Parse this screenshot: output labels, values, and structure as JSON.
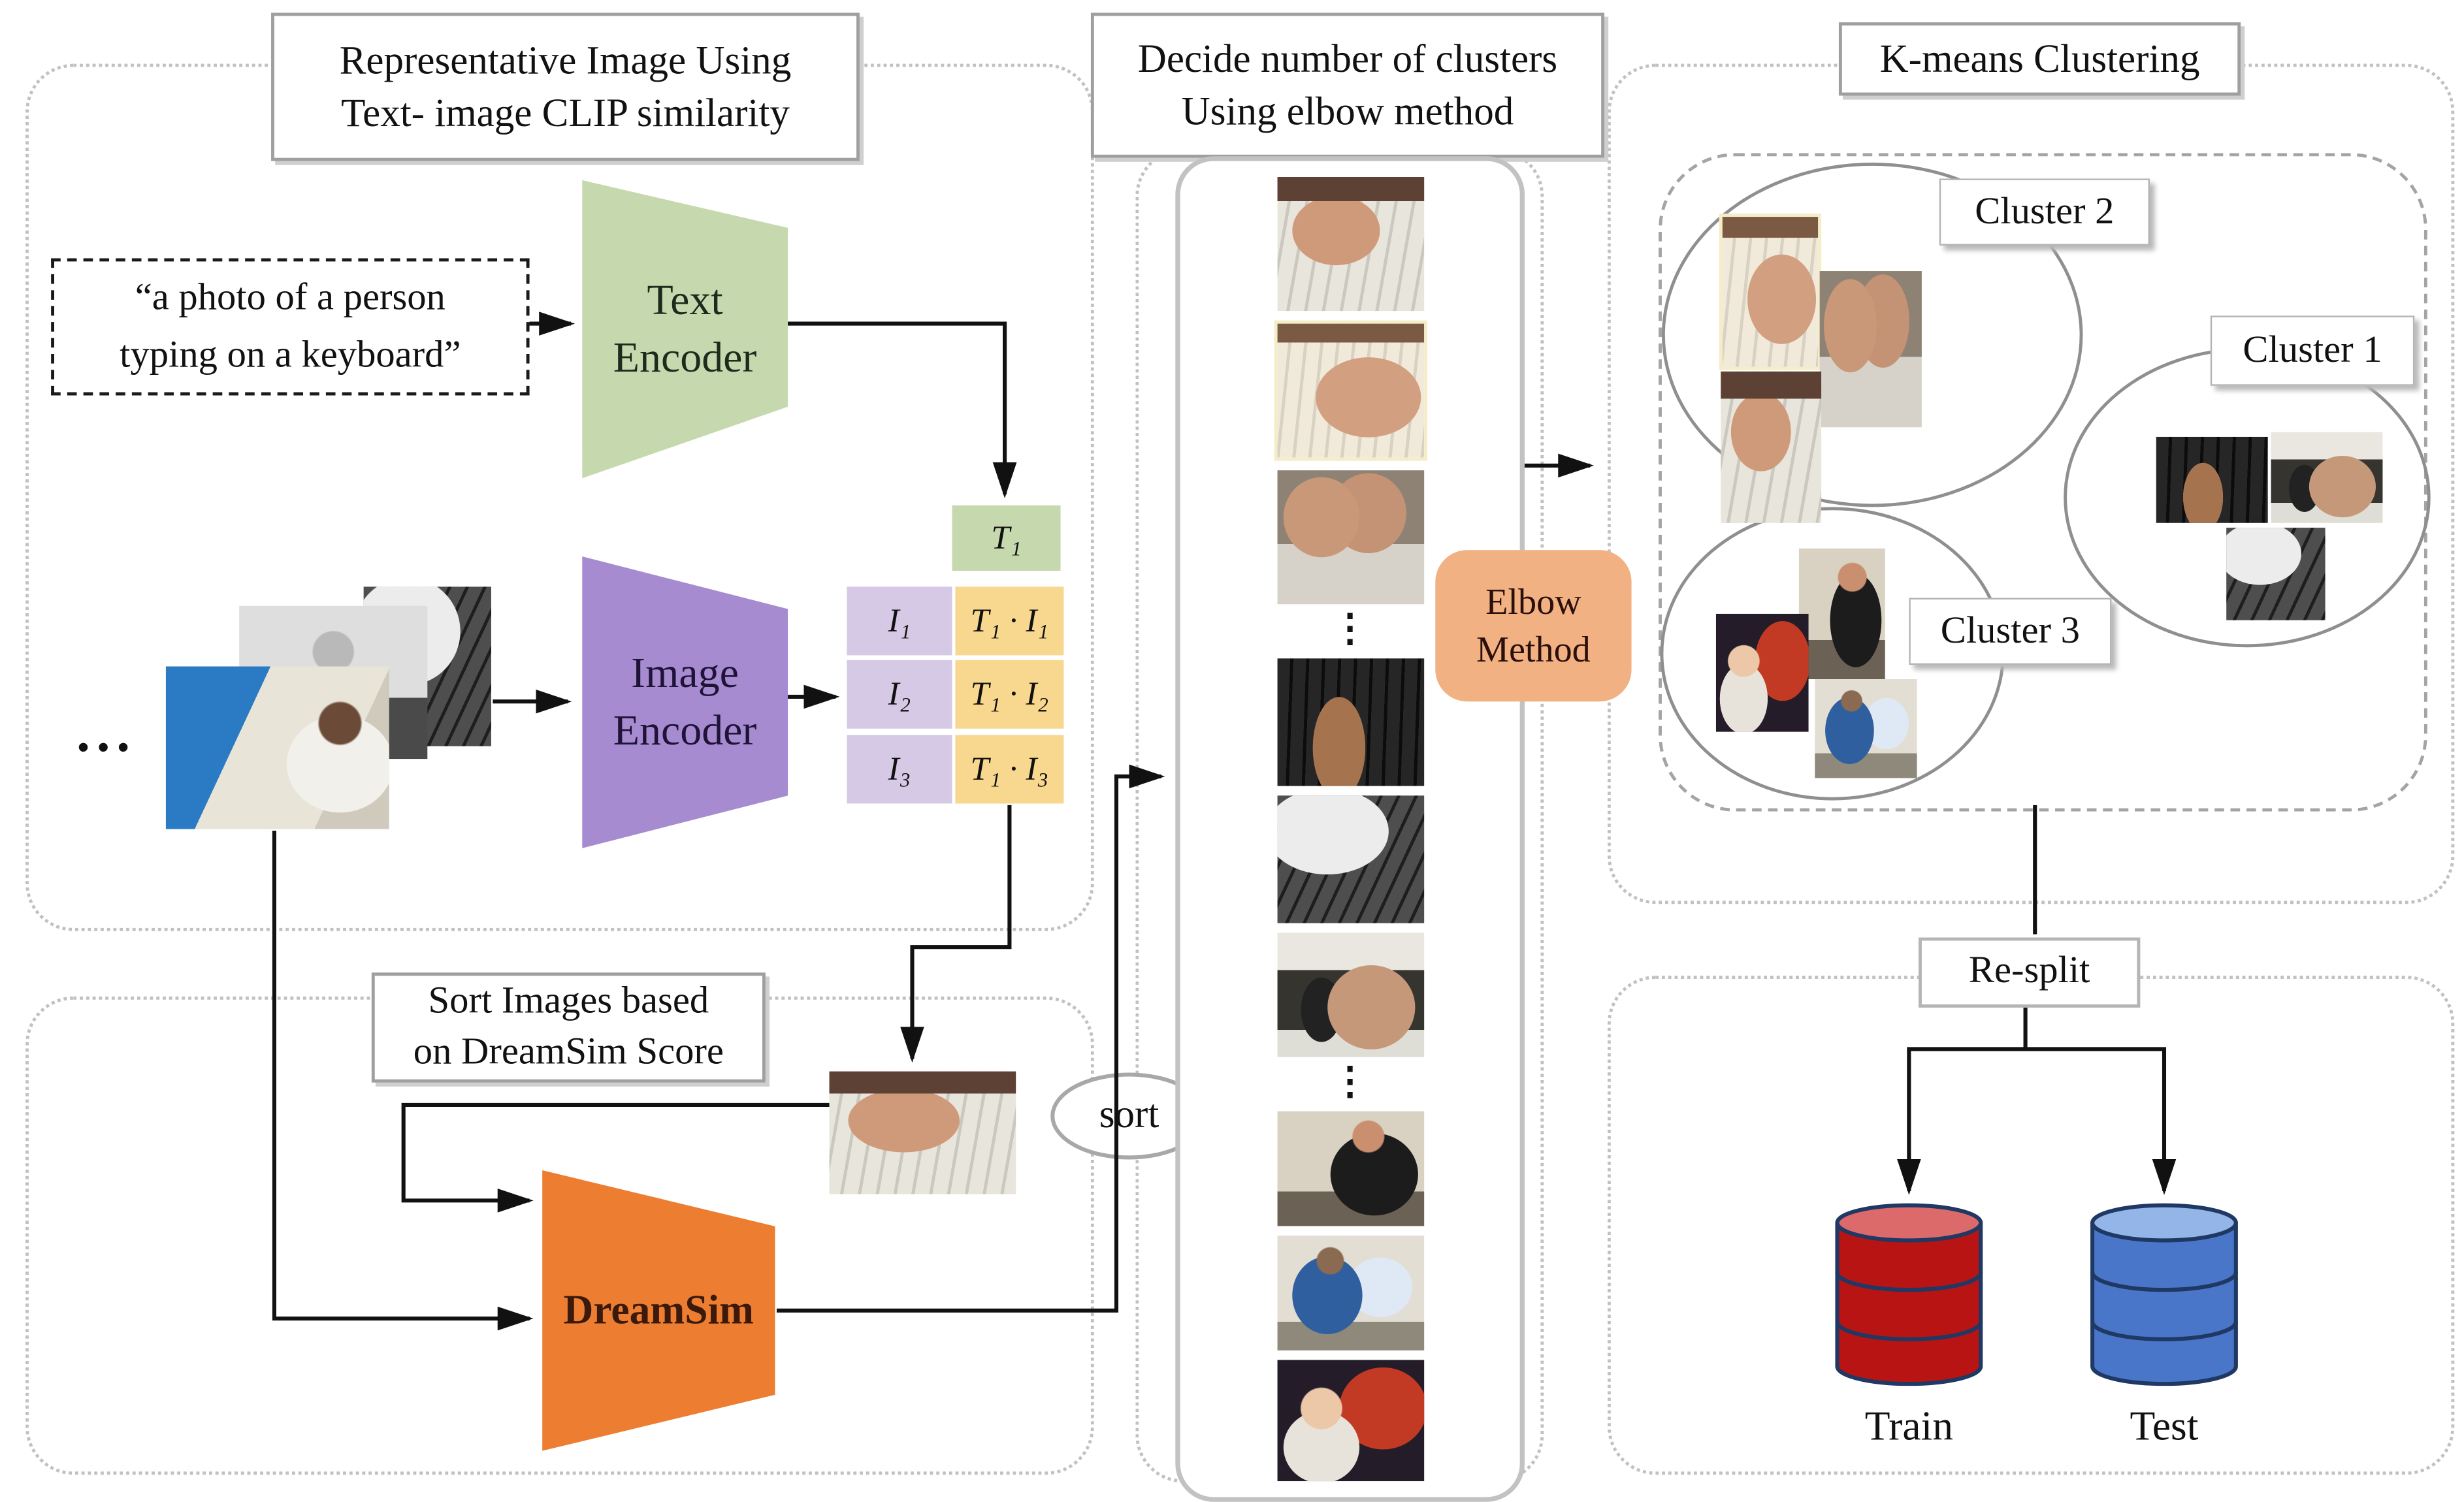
{
  "figure": {
    "colors": {
      "text_encoder_green": "#c6d9ae",
      "image_encoder_purple": "#a78bd0",
      "image_cell_purple": "#d5c9e6",
      "similarity_cell_yellow": "#f8d88e",
      "dreamsim_orange": "#ed7d31",
      "elbow_peach": "#f2b183",
      "train_red": "#b81414",
      "test_blue": "#4a76c9",
      "cylinder_stroke_navy": "#1f3864"
    }
  },
  "panels": {
    "representative": {
      "title": "Representative Image Using\nText- image CLIP similarity"
    },
    "decide": {
      "title": "Decide number of clusters\nUsing elbow method"
    },
    "kmeans": {
      "title": "K-means Clustering"
    },
    "sort_panel": {
      "title": "Sort Images based\non DreamSim Score"
    }
  },
  "prompt": {
    "text": "“a photo of a person\ntyping on a keyboard”"
  },
  "encoders": {
    "text": "Text\nEncoder",
    "image": "Image\nEncoder",
    "dreamsim": "DreamSim"
  },
  "matrix": {
    "t1": "T₁",
    "i1": "I₁",
    "i2": "I₂",
    "i3": "I₃",
    "t1i1": "T₁ · I₁",
    "t1i2": "T₁ · I₂",
    "t1i3": "T₁ · I₃"
  },
  "labels": {
    "sort": "sort",
    "elbow": "Elbow\nMethod",
    "resplit": "Re-split",
    "train": "Train",
    "test": "Test",
    "cluster1": "Cluster 1",
    "cluster2": "Cluster 2",
    "cluster3": "Cluster 3",
    "ellipsis_h": "...",
    "ellipsis_v": "⋮"
  },
  "dataset_stack": {
    "images": [
      {
        "desc": "black-and-white hands on keyboard photo"
      },
      {
        "desc": "grayscale man at computer photo"
      },
      {
        "desc": "people at computers in blue room photo"
      }
    ]
  },
  "representative_image": {
    "desc": "hands typing on white keyboard photo"
  },
  "strip": {
    "images": [
      {
        "desc": "finger on white keyboard"
      },
      {
        "desc": "hand on white keyboard, cream background"
      },
      {
        "desc": "blurry hands typing on white keyboard"
      },
      {
        "desc": "finger on black keyboard"
      },
      {
        "desc": "black-and-white hand on dark keyboard"
      },
      {
        "desc": "hand with ring on dark keyboard beside phone"
      },
      {
        "desc": "man in black shirt typing at desk"
      },
      {
        "desc": "man in blue shirt at desk with monitor"
      },
      {
        "desc": "baby at keyboard with red screen"
      }
    ]
  },
  "clusters": {
    "cluster2_images": [
      {
        "desc": "hand on white keyboard, cream background"
      },
      {
        "desc": "blurry hands typing on white keyboard"
      },
      {
        "desc": "finger on white keyboard"
      }
    ],
    "cluster1_images": [
      {
        "desc": "finger on black keyboard"
      },
      {
        "desc": "hand with ring on dark keyboard beside phone"
      },
      {
        "desc": "black-and-white hand on dark keyboard"
      }
    ],
    "cluster3_images": [
      {
        "desc": "man in black shirt typing at desk"
      },
      {
        "desc": "baby at keyboard with red screen"
      },
      {
        "desc": "man in blue shirt at desk with monitor"
      }
    ]
  }
}
